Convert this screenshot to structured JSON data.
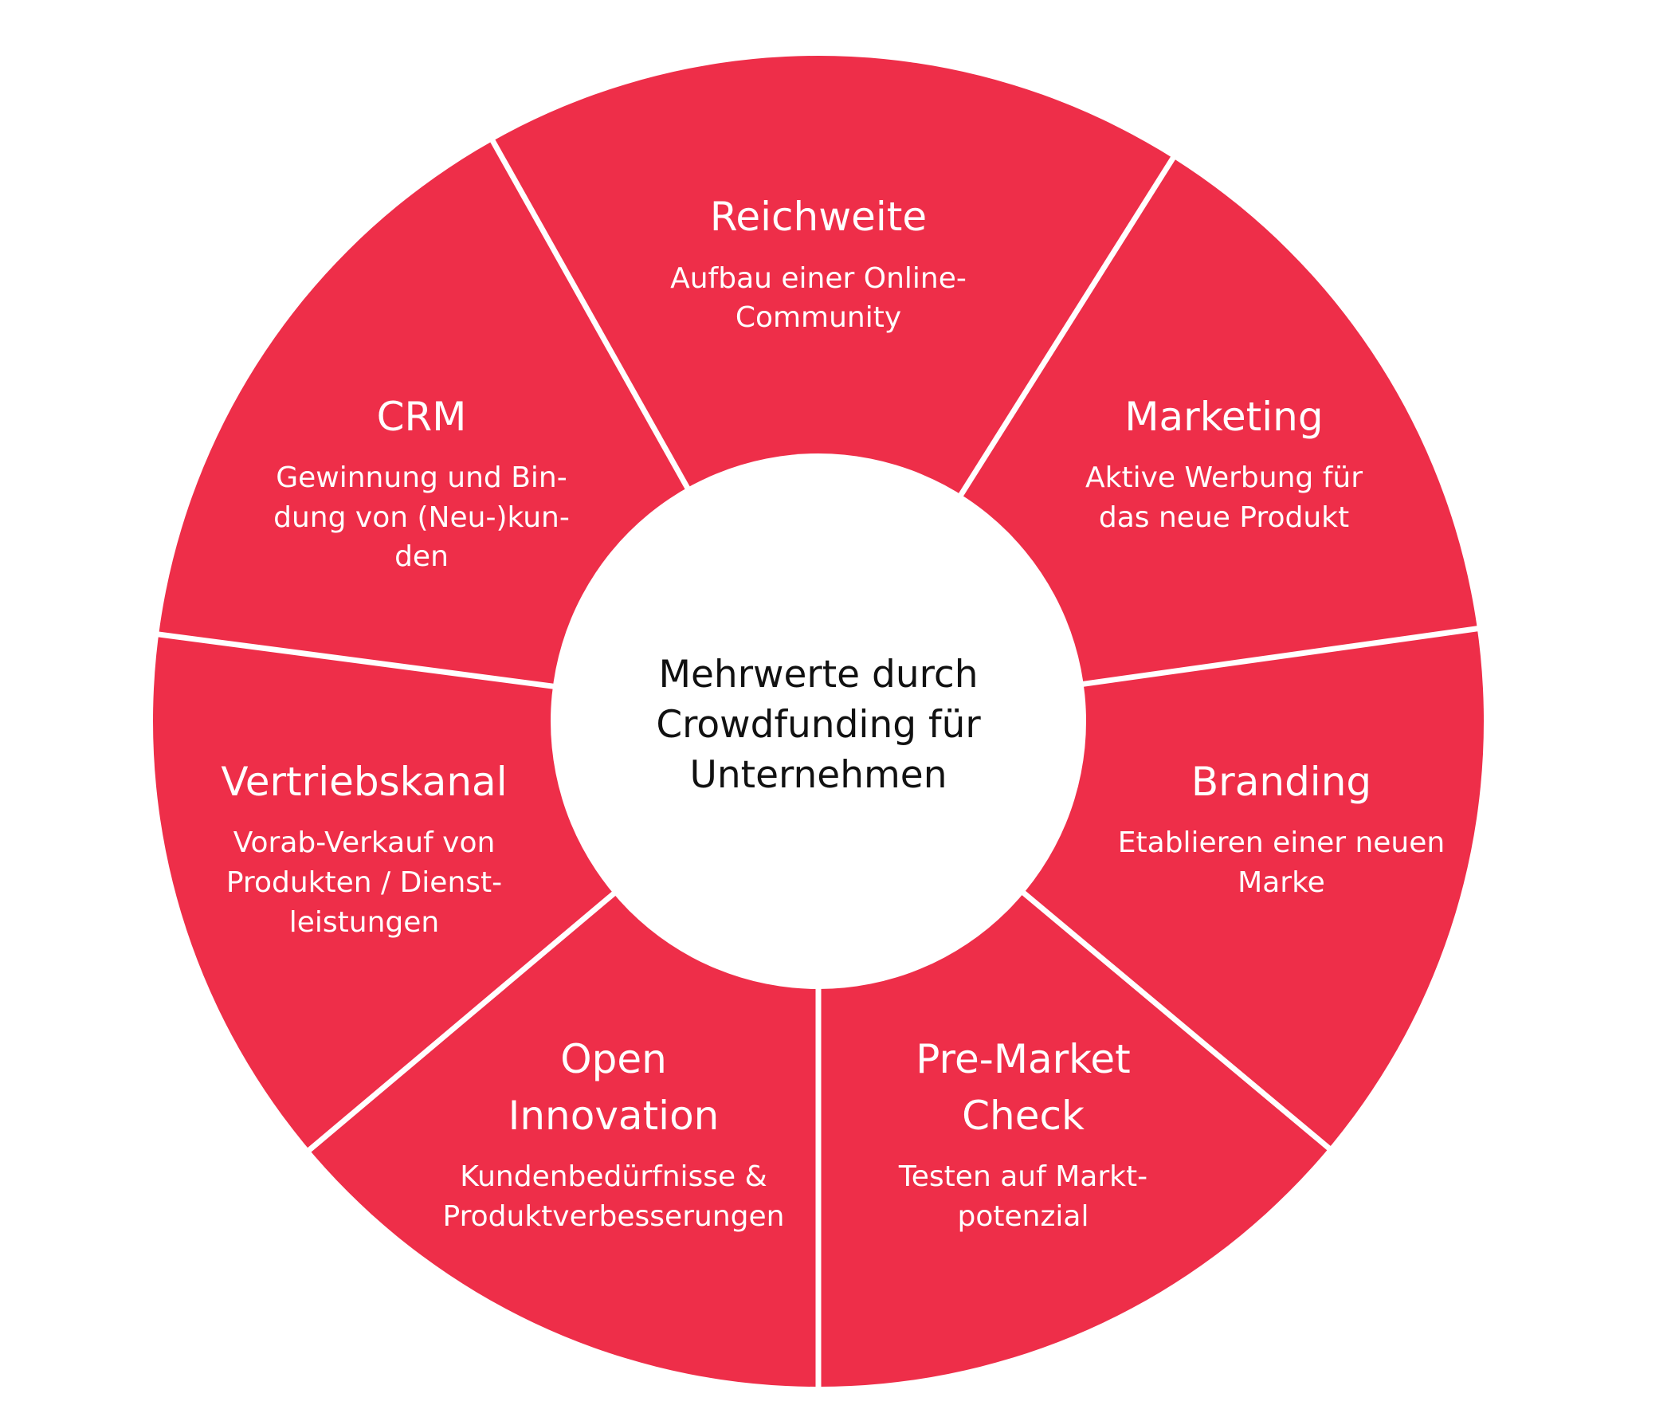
{
  "colors": {
    "segment": "#EE2E49",
    "divider": "#FFFFFF",
    "center": "#FFFFFF"
  },
  "center_title": [
    "Mehrwerte durch",
    "Crowdfunding für",
    "Unternehmen"
  ],
  "segments": [
    {
      "title": [
        "Reichweite"
      ],
      "desc": [
        "Aufbau einer Online-",
        "Community"
      ]
    },
    {
      "title": [
        "Marketing"
      ],
      "desc": [
        "Aktive Werbung für",
        "das neue Produkt"
      ]
    },
    {
      "title": [
        "Branding"
      ],
      "desc": [
        "Etablieren einer neuen",
        "Marke"
      ]
    },
    {
      "title": [
        "Pre-Market",
        "Check"
      ],
      "desc": [
        "Testen auf Markt-",
        "potenzial"
      ]
    },
    {
      "title": [
        "Open",
        "Innovation"
      ],
      "desc": [
        "Kundenbedürfnisse &",
        "Produktverbesserungen"
      ]
    },
    {
      "title": [
        "Vertriebskanal"
      ],
      "desc": [
        "Vorab-Verkauf von",
        "Produkten / Dienst-",
        "leistungen"
      ]
    },
    {
      "title": [
        "CRM"
      ],
      "desc": [
        "Gewinnung und Bin-",
        "dung von (Neu-)kun-",
        "den"
      ]
    }
  ]
}
